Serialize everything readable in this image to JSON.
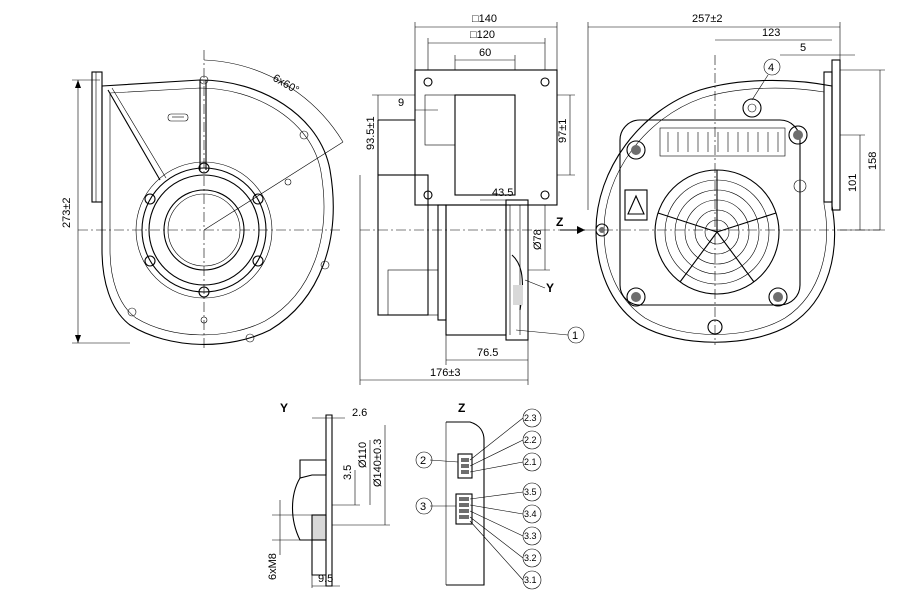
{
  "front_view": {
    "dim_height": "273±2",
    "dim_angle": "6x60°"
  },
  "side_view": {
    "dim_140": "□140",
    "dim_120": "□120",
    "dim_60": "60",
    "dim_9": "9",
    "dim_93_5": "93.5±1",
    "dim_97": "97±1",
    "dim_43_5": "43.5",
    "dim_78": "Ø78",
    "dim_76_5": "76.5",
    "dim_176": "176±3",
    "label_z": "Z",
    "label_y": "Y",
    "callout_1": "1"
  },
  "rear_view": {
    "dim_257": "257±2",
    "dim_123": "123",
    "dim_5": "5",
    "dim_158": "158",
    "dim_101": "101",
    "callout_4": "4"
  },
  "detail_y": {
    "title": "Y",
    "dim_2_6": "2.6",
    "dim_3_5": "3.5",
    "dim_110": "Ø110",
    "dim_140": "Ø140±0.3",
    "dim_m8": "6xM8",
    "dim_9_5": "9.5"
  },
  "detail_z": {
    "title": "Z",
    "callout_2": "2",
    "callout_3": "3",
    "pins_2": [
      "2.3",
      "2.2",
      "2.1"
    ],
    "pins_3": [
      "3.5",
      "3.4",
      "3.3",
      "3.2",
      "3.1"
    ]
  }
}
